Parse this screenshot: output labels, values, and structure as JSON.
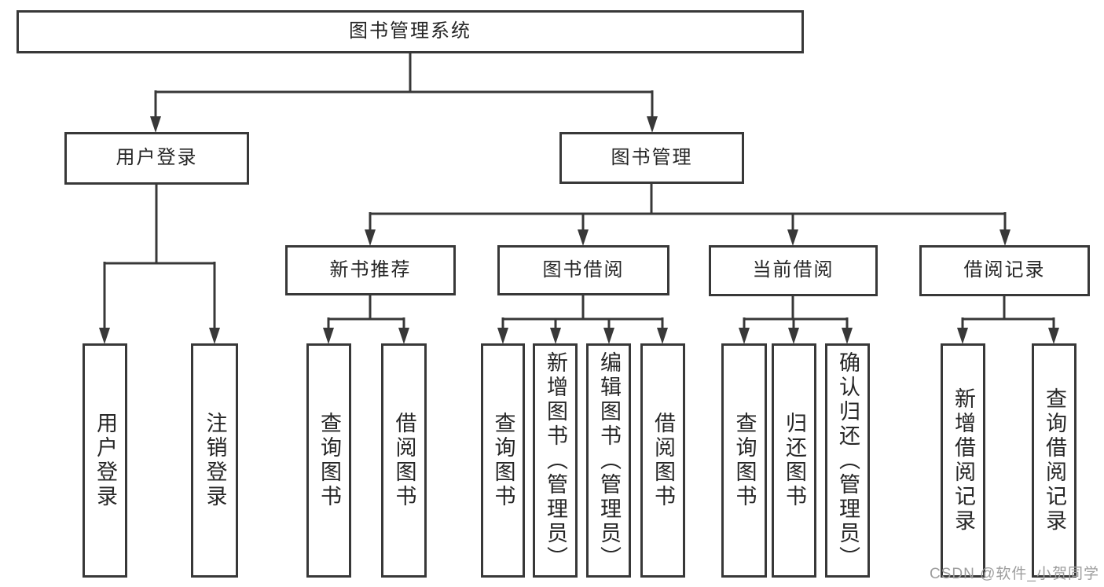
{
  "diagram": {
    "title": "图书管理系统",
    "watermark": "CSDN @软件_小贺同学",
    "colors": {
      "line": "#383838",
      "box_border": "#383838",
      "box_background": "#ffffff",
      "text": "#262626",
      "watermark_text": "#9d9d9d"
    },
    "nodes": {
      "root": "图书管理系统",
      "user_login": "用户登录",
      "book_management": "图书管理",
      "new_book_recommend": "新书推荐",
      "book_borrowing": "图书借阅",
      "current_borrowing": "当前借阅",
      "borrowing_records": "借阅记录",
      "leaf_user_login": "用户登录",
      "leaf_logout": "注销登录",
      "leaf_query_books_recommend": "查询图书",
      "leaf_borrow_books_recommend": "借阅图书",
      "leaf_query_books_borrowing": "查询图书",
      "leaf_add_books_admin": "新增图书（管理员）",
      "leaf_edit_books_admin": "编辑图书（管理员）",
      "leaf_borrow_books_borrowing": "借阅图书",
      "leaf_query_books_current": "查询图书",
      "leaf_return_books": "归还图书",
      "leaf_confirm_return_admin": "确认归还（管理员）",
      "leaf_add_borrow_record": "新增借阅记录",
      "leaf_query_borrow_record": "查询借阅记录"
    },
    "hierarchy": {
      "root": [
        "user_login",
        "book_management"
      ],
      "user_login": [
        "leaf_user_login",
        "leaf_logout"
      ],
      "book_management": [
        "new_book_recommend",
        "book_borrowing",
        "current_borrowing",
        "borrowing_records"
      ],
      "new_book_recommend": [
        "leaf_query_books_recommend",
        "leaf_borrow_books_recommend"
      ],
      "book_borrowing": [
        "leaf_query_books_borrowing",
        "leaf_add_books_admin",
        "leaf_edit_books_admin",
        "leaf_borrow_books_borrowing"
      ],
      "current_borrowing": [
        "leaf_query_books_current",
        "leaf_return_books",
        "leaf_confirm_return_admin"
      ],
      "borrowing_records": [
        "leaf_add_borrow_record",
        "leaf_query_borrow_record"
      ]
    }
  }
}
